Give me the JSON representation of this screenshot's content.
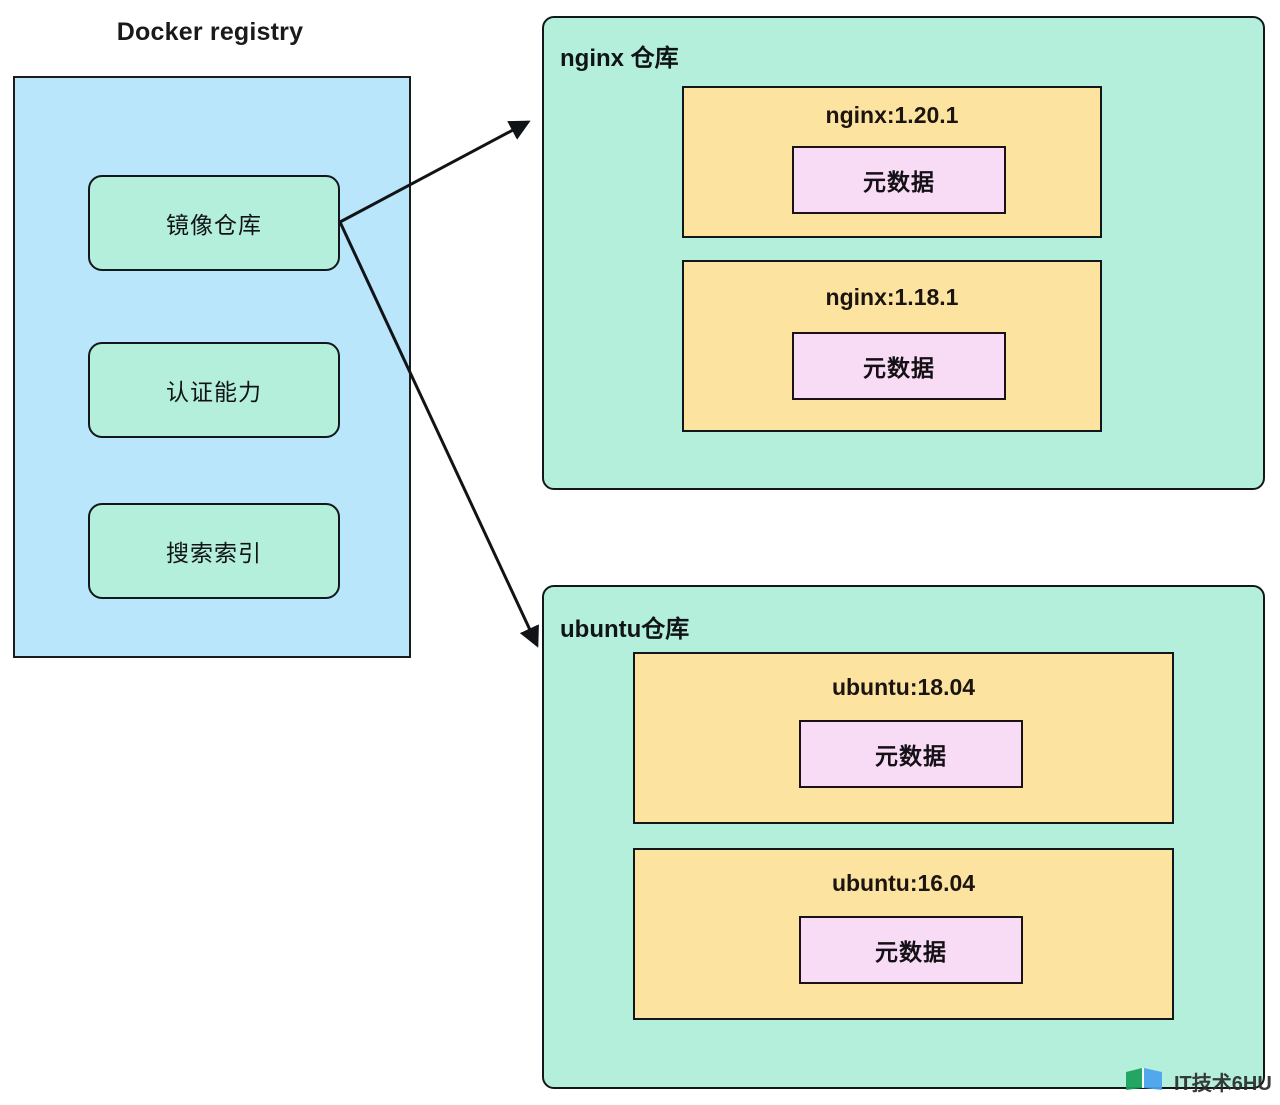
{
  "diagram": {
    "title": "Docker registry",
    "registry_panel": {
      "name": "docker-registry-panel",
      "capabilities": [
        {
          "label": "镜像仓库"
        },
        {
          "label": "认证能力"
        },
        {
          "label": "搜索索引"
        }
      ]
    },
    "repositories": [
      {
        "title": "nginx 仓库",
        "images": [
          {
            "tag": "nginx:1.20.1",
            "metadata_label": "元数据"
          },
          {
            "tag": "nginx:1.18.1",
            "metadata_label": "元数据"
          }
        ]
      },
      {
        "title": "ubuntu仓库",
        "images": [
          {
            "tag": "ubuntu:18.04",
            "metadata_label": "元数据"
          },
          {
            "tag": "ubuntu:16.04",
            "metadata_label": "元数据"
          }
        ]
      }
    ],
    "arrows": [
      {
        "from": "镜像仓库",
        "to": "nginx 仓库"
      },
      {
        "from": "镜像仓库",
        "to": "ubuntu仓库"
      }
    ]
  },
  "watermark": {
    "text": "IT技术6HU",
    "icon": "book-icon"
  },
  "colors": {
    "registry_fill": "#b9e6fb",
    "capability_fill": "#b4efdc",
    "repo_fill": "#b4efdc",
    "image_fill": "#fce4a0",
    "metadata_fill": "#f8dcf5",
    "stroke": "#12171c",
    "background": "#ffffff"
  }
}
